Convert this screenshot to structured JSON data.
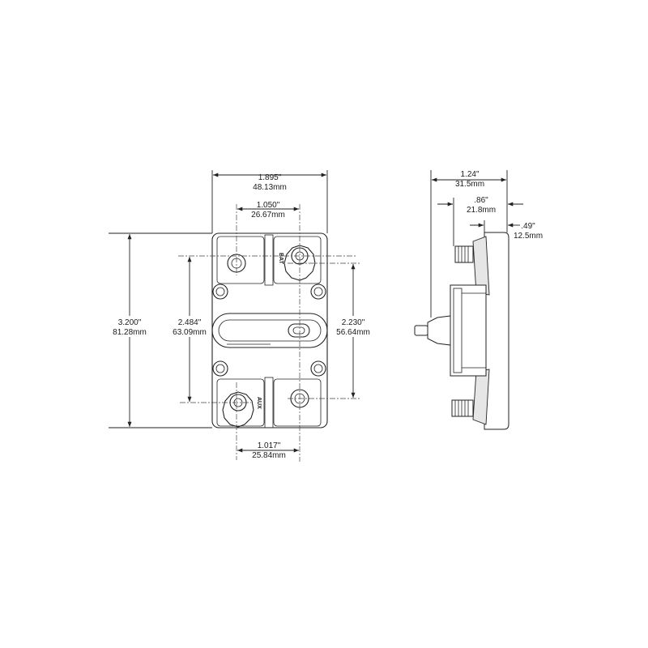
{
  "front_view": {
    "overall_width": {
      "inch": "1.895\"",
      "mm": "48.13mm"
    },
    "top_stud_spacing": {
      "inch": "1.050\"",
      "mm": "26.67mm"
    },
    "bottom_stud_spacing": {
      "inch": "1.017\"",
      "mm": "25.84mm"
    },
    "overall_height": {
      "inch": "3.200\"",
      "mm": "81.28mm"
    },
    "left_stud_spacing": {
      "inch": "2.484\"",
      "mm": "63.09mm"
    },
    "right_stud_spacing": {
      "inch": "2.230\"",
      "mm": "56.64mm"
    },
    "terminal_marking_top": "BAT",
    "terminal_marking_bottom": "AUX"
  },
  "side_view": {
    "overall_depth": {
      "inch": "1.24\"",
      "mm": "31.5mm"
    },
    "depth_to_mount": {
      "inch": ".86\"",
      "mm": "21.8mm"
    },
    "base_depth": {
      "inch": ".49\"",
      "mm": "12.5mm"
    }
  }
}
